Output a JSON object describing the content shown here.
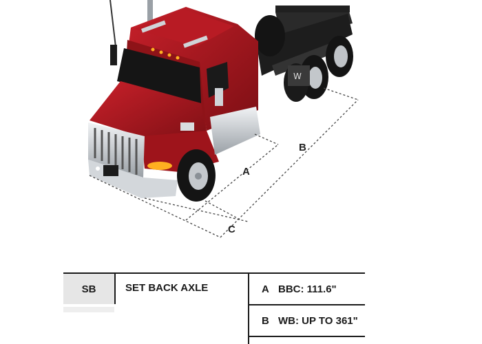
{
  "dimension_labels": {
    "a": "A",
    "b": "B",
    "c": "C"
  },
  "spec_table": {
    "code": "SB",
    "configuration": "SET BACK AXLE",
    "rows": [
      {
        "key": "A",
        "value": "BBC: 111.6\""
      },
      {
        "key": "B",
        "value": "WB: UP TO 361\""
      }
    ]
  },
  "colors": {
    "cab_red": "#a3161c",
    "chrome": "#c9cdd1",
    "lines": "#1a1a1a"
  }
}
